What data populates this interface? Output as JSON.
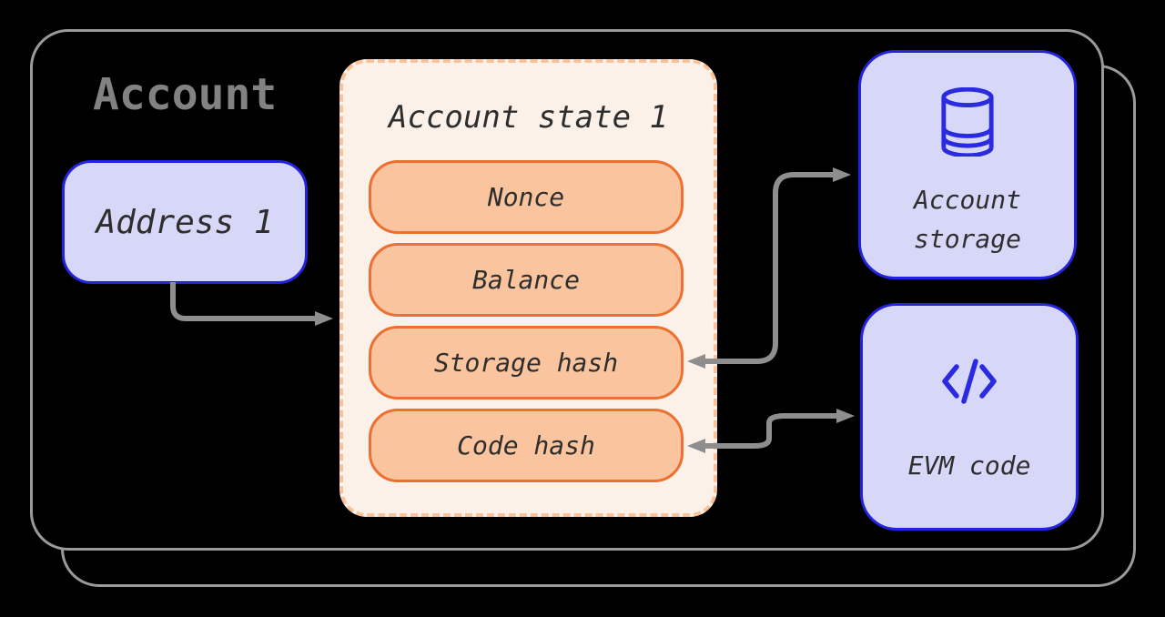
{
  "colors": {
    "background": "#000000",
    "container_border": "#9a9a9a",
    "heading_text": "#828282",
    "arrow": "#8e8e8e",
    "lavender_fill": "#d7d7f7",
    "blue_border": "#2323dd",
    "icon_blue": "#2a2ae0",
    "cream_fill": "#fcf1e8",
    "dashed_border": "#f8c29b",
    "pill_fill": "#f9c49e",
    "pill_border": "#ec7031",
    "dark_text": "#2e2e2e"
  },
  "heading": "Account",
  "address_box": {
    "label": "Address 1"
  },
  "account_state": {
    "title": "Account state 1",
    "fields": [
      "Nonce",
      "Balance",
      "Storage hash",
      "Code hash"
    ]
  },
  "storage_box": {
    "icon": "database-icon",
    "label_line1": "Account",
    "label_line2": "storage"
  },
  "evm_box": {
    "icon": "code-icon",
    "label": "EVM code"
  }
}
